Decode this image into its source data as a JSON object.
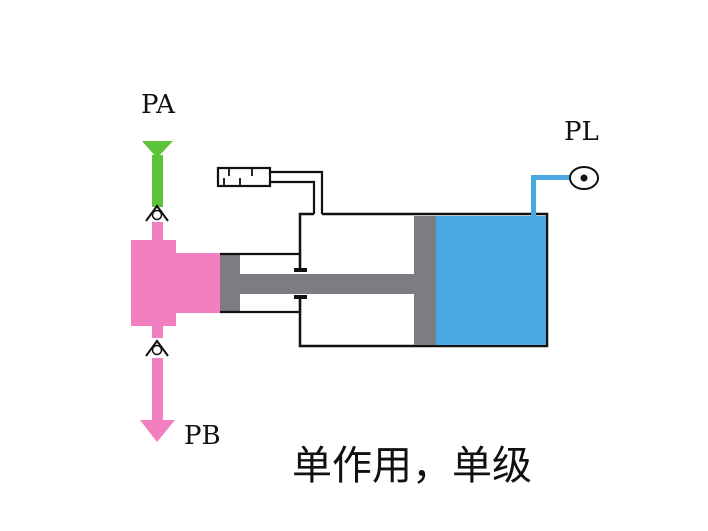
{
  "labels": {
    "pa": "PA",
    "pb": "PB",
    "pl": "PL",
    "caption": "单作用，单级"
  },
  "colors": {
    "air_in": "#5cc33a",
    "drive": "#f27fbf",
    "piston": "#7b7d82",
    "liquid": "#4aa8e0",
    "line": "#111111"
  }
}
